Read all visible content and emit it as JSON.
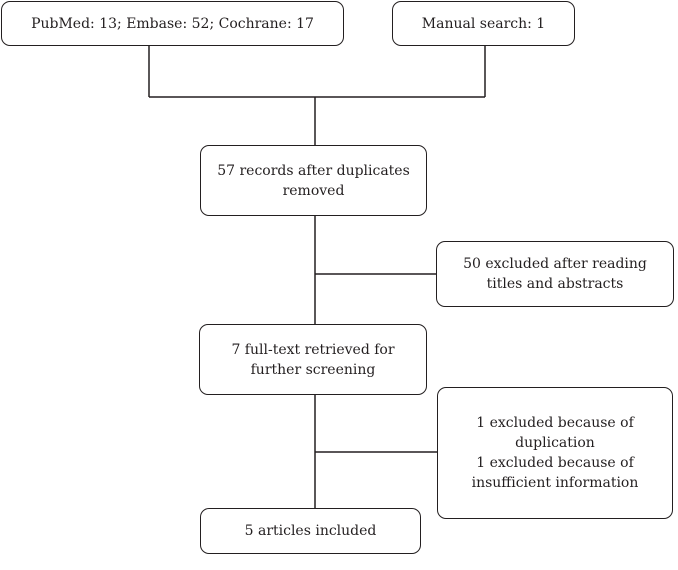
{
  "diagram": {
    "sources": {
      "text": "PubMed: 13; Embase: 52; Cochrane: 17"
    },
    "manual": {
      "text": "Manual search: 1"
    },
    "records": {
      "lines": [
        "57 records after duplicates",
        "removed"
      ]
    },
    "excluded_screening": {
      "lines": [
        "50 excluded after reading",
        "titles and abstracts"
      ]
    },
    "fulltext": {
      "lines": [
        "7 full-text retrieved for",
        "further screening"
      ]
    },
    "excluded_fulltext": {
      "lines": [
        "1 excluded because of",
        "duplication",
        "1 excluded because of",
        "insufficient information"
      ]
    },
    "included": {
      "text": "5 articles included"
    },
    "line_color": "#231f20"
  }
}
